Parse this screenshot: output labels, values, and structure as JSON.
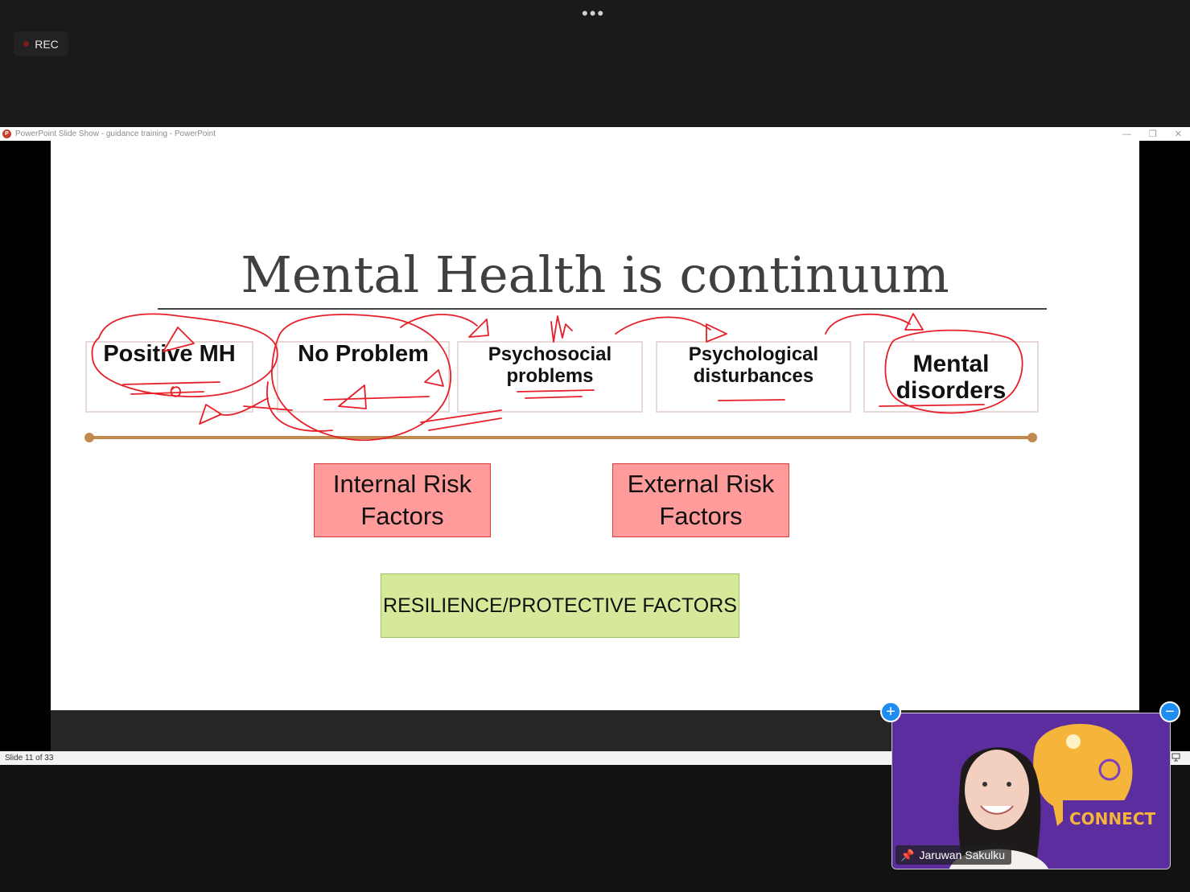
{
  "meeting": {
    "rec_label": "REC",
    "more_label": "•••"
  },
  "powerpoint": {
    "window_title": "PowerPoint Slide Show  -  guidance training - PowerPoint",
    "logo_letter": "P",
    "minimize": "—",
    "restore": "❐",
    "close": "✕"
  },
  "slide": {
    "title": "Mental Health is continuum",
    "stages": [
      "Positive MH",
      "No Problem",
      "Psychosocial problems",
      "Psychological disturbances",
      "Mental disorders"
    ],
    "internal_risk": "Internal Risk Factors",
    "external_risk": "External Risk Factors",
    "resilience": "RESILIENCE/PROTECTIVE FACTORS"
  },
  "status_bar": {
    "slide_counter": "Slide 11 of 33"
  },
  "participant": {
    "name": "Jaruwan Sakulku",
    "bg_text": "CONNECT"
  },
  "colors": {
    "risk_fill": "#ff9b9b",
    "risk_border": "#e03c3c",
    "resilience_fill": "#d6e99a",
    "continuum_line": "#c08a4e",
    "ink_red": "#e5202a",
    "zoom_blue": "#1e8cf0"
  }
}
